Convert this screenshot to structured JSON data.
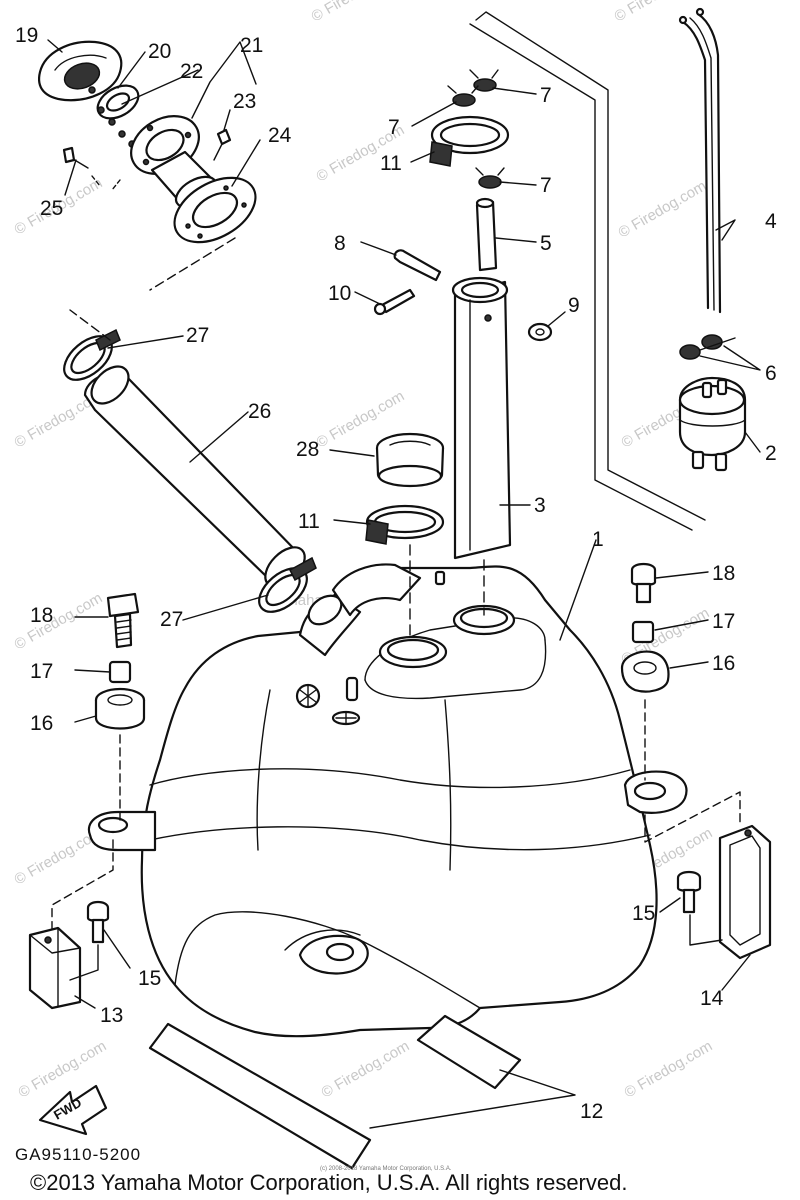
{
  "diagram_code": "GA95110-5200",
  "copyright": "©2013 Yamaha Motor Corporation, U.S.A. All rights reserved.",
  "small_print": "(c) 2008-2018 Yamaha Motor Corporation, U.S.A.",
  "watermark": "© Firedog.com",
  "center_watermark": "Yamaha Motor Corporation, U.S.A.",
  "fwd_label": "FWD",
  "labels": {
    "l1": "1",
    "l2": "2",
    "l3": "3",
    "l4": "4",
    "l5": "5",
    "l6": "6",
    "l7a": "7",
    "l7b": "7",
    "l7c": "7",
    "l8": "8",
    "l9": "9",
    "l10": "10",
    "l11a": "11",
    "l11b": "11",
    "l12": "12",
    "l13": "13",
    "l14": "14",
    "l15a": "15",
    "l15b": "15",
    "l16a": "16",
    "l16b": "16",
    "l17a": "17",
    "l17b": "17",
    "l18a": "18",
    "l18b": "18",
    "l19": "19",
    "l20": "20",
    "l21": "21",
    "l22": "22",
    "l23": "23",
    "l24": "24",
    "l25": "25",
    "l26": "26",
    "l27a": "27",
    "l27b": "27",
    "l28": "28"
  }
}
